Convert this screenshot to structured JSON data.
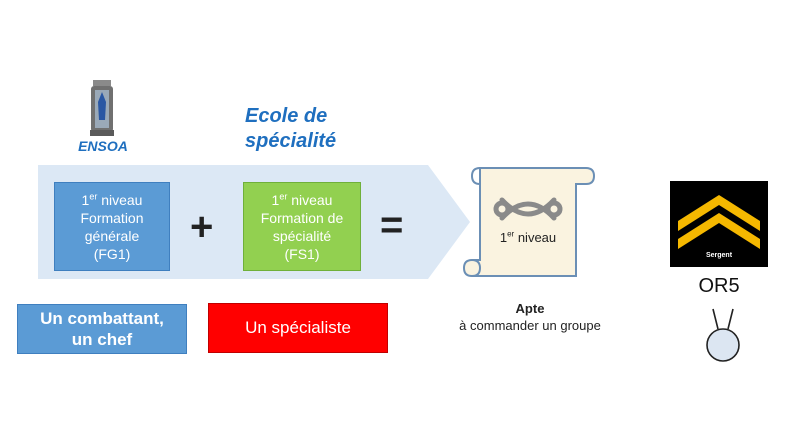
{
  "school": {
    "name": "ENSOA"
  },
  "specialty_school": {
    "line1": "Ecole de",
    "line2": "spécialité"
  },
  "fg1": {
    "sup": "er",
    "prefix": "1",
    "suffix": " niveau",
    "line2": "Formation",
    "line3": "générale",
    "line4": "(FG1)"
  },
  "fs1": {
    "sup": "er",
    "prefix": "1",
    "suffix": " niveau",
    "line2": "Formation de",
    "line3": "spécialité",
    "line4": "(FS1)"
  },
  "operators": {
    "plus": "+",
    "equals": "="
  },
  "diploma": {
    "prefix": "1",
    "sup": "er",
    "suffix": " niveau"
  },
  "result": {
    "title": "Apte",
    "description": "à commander un groupe"
  },
  "roles": {
    "combattant_line1": "Un combattant,",
    "combattant_line2": "un chef",
    "specialiste": "Un spécialiste"
  },
  "rank": {
    "insignia_label": "Sergent",
    "code": "OR5"
  },
  "colors": {
    "accent_blue": "#1f6fbf",
    "box_blue": "#5b9bd5",
    "box_green": "#92d050",
    "box_red": "#ff0000",
    "arrow_band": "#dce8f5",
    "chevron_gold": "#f5b800"
  }
}
